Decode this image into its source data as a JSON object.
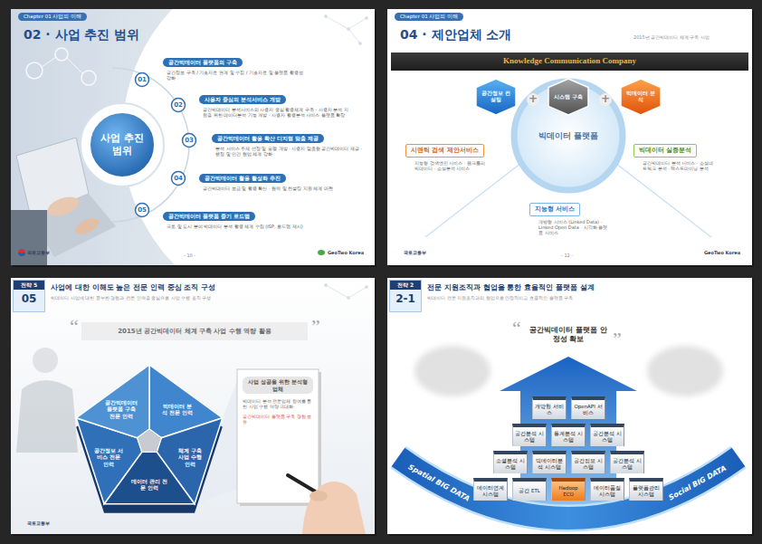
{
  "diagram": {
    "nodes": [
      {
        "text": [
          "Chapter 01 사업의 이해",
          "02 · 사업 추진 범위"
        ]
      },
      {
        "text": [
          "사업 추진 범위"
        ],
        "in": 0
      },
      {
        "text": [
          "01"
        ],
        "in": 0
      },
      {
        "text": [
          "02"
        ],
        "in": 0
      },
      {
        "text": [
          "03"
        ],
        "in": 0
      },
      {
        "text": [
          "04"
        ],
        "in": 0
      },
      {
        "text": [
          "05"
        ],
        "in": 0
      },
      {
        "text": [
          "공간빅데이터 플랫폼의 구축",
          "공간정보 구축 / 기초자료 연계 및 수집 / 기초자료 및 플랫폼 활용성 강화"
        ],
        "in": 0
      },
      {
        "text": [
          "사용자 중심의 분석서비스 개발",
          "공간빅데이터 분석서비스의 사용자 중심 활용체계 구축 · 사용자 분석 지원을 위한 데이터분석 기능 개발 · 사용자 활용분석 서비스 플랫폼 확장"
        ],
        "in": 0
      },
      {
        "text": [
          "공간빅데이터 활용 확산 디지털 맞춤 제공",
          "분석 서비스 주제 선정 및 모델 개발 · 사용자 맞춤형 공간빅데이터 제공 · 행정 및 민간 협업 체계 강화"
        ],
        "in": 0
      },
      {
        "text": [
          "공간빅데이터 활용 활성화 추진",
          "공간빅데이터 보급 및 활용 확산 · 협력 및 컨설팅 지원 체계 마련"
        ],
        "in": 0
      },
      {
        "text": [
          "공간빅데이터 플랫폼 중기 로드맵",
          "국토 및 도시 분야 빅데이터 분석 활용 체계 수립 (ISP, 로드맵 제시)"
        ],
        "in": 0
      },
      {
        "text": [
          "Chapter 01 사업의 이해",
          "04 · 제안업체 소개"
        ]
      },
      {
        "text": [
          "Knowledge Communication Company"
        ],
        "in": 12
      },
      {
        "text": [
          "공간정보 컨설팅"
        ],
        "in": 12
      },
      {
        "text": [
          "시스템 구축"
        ],
        "in": 12
      },
      {
        "text": [
          "빅데이터 분석"
        ],
        "in": 12
      },
      {
        "text": [
          "빅데이터 플랫폼"
        ],
        "in": 12
      },
      {
        "text": [
          "시맨틱 검색 제안서비스",
          "지능형 검색엔진 서비스 · 웹크롤러 빅데이터 · 소셜분석 서비스"
        ],
        "in": 12
      },
      {
        "text": [
          "빅데이터 실증분석",
          "공간빅데이터 분석 서비스 · 소셜네트워크 분석 · 텍스트마이닝 분석"
        ],
        "in": 12
      },
      {
        "text": [
          "지능형 서비스",
          "개방형 서비스 (Linked Data) · Linked Open Data · 시각화 플랫폼 서비스"
        ],
        "in": 12
      },
      {
        "text": [
          "사업에 대한 이해도 높은 전문 인력 중심 조직 구성"
        ]
      },
      {
        "text": [
          "전략 5",
          "05"
        ],
        "in": 21
      },
      {
        "text": [
          "2015년 공간빅데이터 체계 구축 사업 수행 역량 활용"
        ],
        "in": 21
      },
      {
        "text": [
          "공간빅데이터 플랫폼 구축 전문 인력"
        ],
        "in": 21
      },
      {
        "text": [
          "빅데이터 분석 전문 인력"
        ],
        "in": 21
      },
      {
        "text": [
          "공간정보 서비스 전문 인력"
        ],
        "in": 21
      },
      {
        "text": [
          "체계 구축 사업 수행 인력"
        ],
        "in": 21
      },
      {
        "text": [
          "데이터 관리 전문 인력"
        ],
        "in": 21
      },
      {
        "text": [
          "사업 성공을 위한 분석형 업체",
          "빅데이터 분석 전문업체 참여를 통한 사업 수행 역량 극대화",
          "공간빅데이터 플랫폼 구축 경험 보유"
        ],
        "in": 21
      },
      {
        "text": [
          "전문 지원조직과 협업을 통한 효율적인 플랫폼 설계"
        ]
      },
      {
        "text": [
          "전략 2",
          "2-1"
        ],
        "in": 30
      },
      {
        "text": [
          "개방형 서비스"
        ],
        "in": 30
      },
      {
        "text": [
          "OpenAPI 서비스"
        ],
        "in": 30
      },
      {
        "text": [
          "공간분석 시스템"
        ],
        "in": 30
      },
      {
        "text": [
          "통계분석 시스템"
        ],
        "in": 30
      },
      {
        "text": [
          "공간분석 시스템"
        ],
        "in": 30
      },
      {
        "text": [
          "소셜분석 시스템"
        ],
        "in": 30
      },
      {
        "text": [
          "빅데이터분석 시스템"
        ],
        "in": 30
      },
      {
        "text": [
          "공간정보 시스템"
        ],
        "in": 30
      },
      {
        "text": [
          "공간분석 시스템"
        ],
        "in": 30
      },
      {
        "text": [
          "데이터연계 시스템"
        ],
        "in": 30
      },
      {
        "text": [
          "공간 ETL"
        ],
        "in": 30
      },
      {
        "text": [
          "Hadoop ECO"
        ],
        "in": 30
      },
      {
        "text": [
          "데이터품질 시스템"
        ],
        "in": 30
      },
      {
        "text": [
          "플랫폼관리 시스템"
        ],
        "in": 30
      }
    ],
    "labels": [
      "국토교통부",
      "- 10 -",
      "GeoTwo Korea",
      "2015년 공간빅데이터 체계 구축 사업",
      "+",
      "+",
      "국토교통부",
      "- 12 -",
      "GeoTwo Korea",
      "빅데이터 사업에 대한 풍부한 경험과 전문 인력을 중심으로 사업 수행 조직 구성",
      "“",
      "”",
      "국토교통부",
      "빅데이터 전문 지원조직과의 협업으로 안정적이고 효율적인 플랫폼 구축",
      "“",
      "공간빅데이터 플랫폼 안정성 확보",
      "”",
      "Spatial BIG DATA",
      "Social BIG DATA"
    ]
  }
}
